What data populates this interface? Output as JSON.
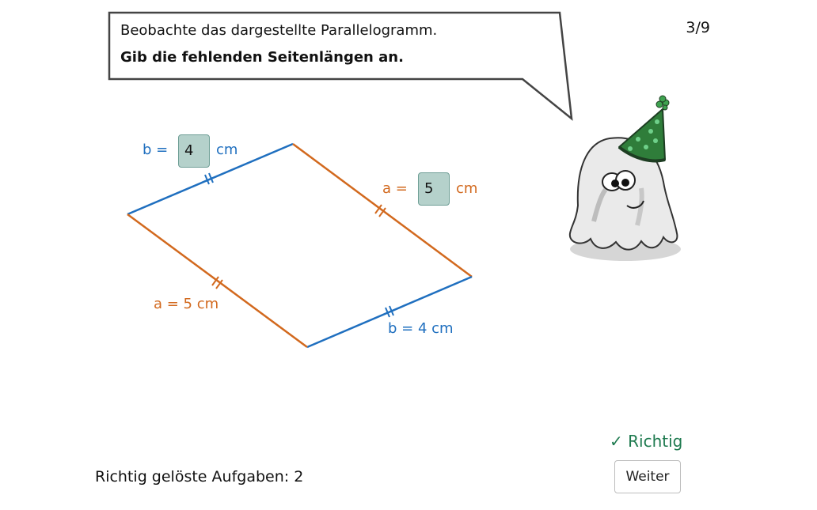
{
  "bubble": {
    "line1": "Beobachte das dargestellte Parallelogramm.",
    "line2": "Gib die fehlenden Seitenlängen an."
  },
  "progress": "3/9",
  "figure": {
    "answer_b": {
      "prefix": "b =",
      "value": "4",
      "unit": "cm"
    },
    "answer_a": {
      "prefix": "a =",
      "value": "5",
      "unit": "cm"
    },
    "given_a": "a = 5 cm",
    "given_b": "b = 4 cm",
    "colors": {
      "side_a": "#d2691e",
      "side_b": "#1f6fbf"
    }
  },
  "feedback": "✓ Richtig",
  "solved_count_text": "Richtig gelöste Aufgaben: 2",
  "next_button": "Weiter",
  "mascot": "ghost-with-party-hat-icon"
}
